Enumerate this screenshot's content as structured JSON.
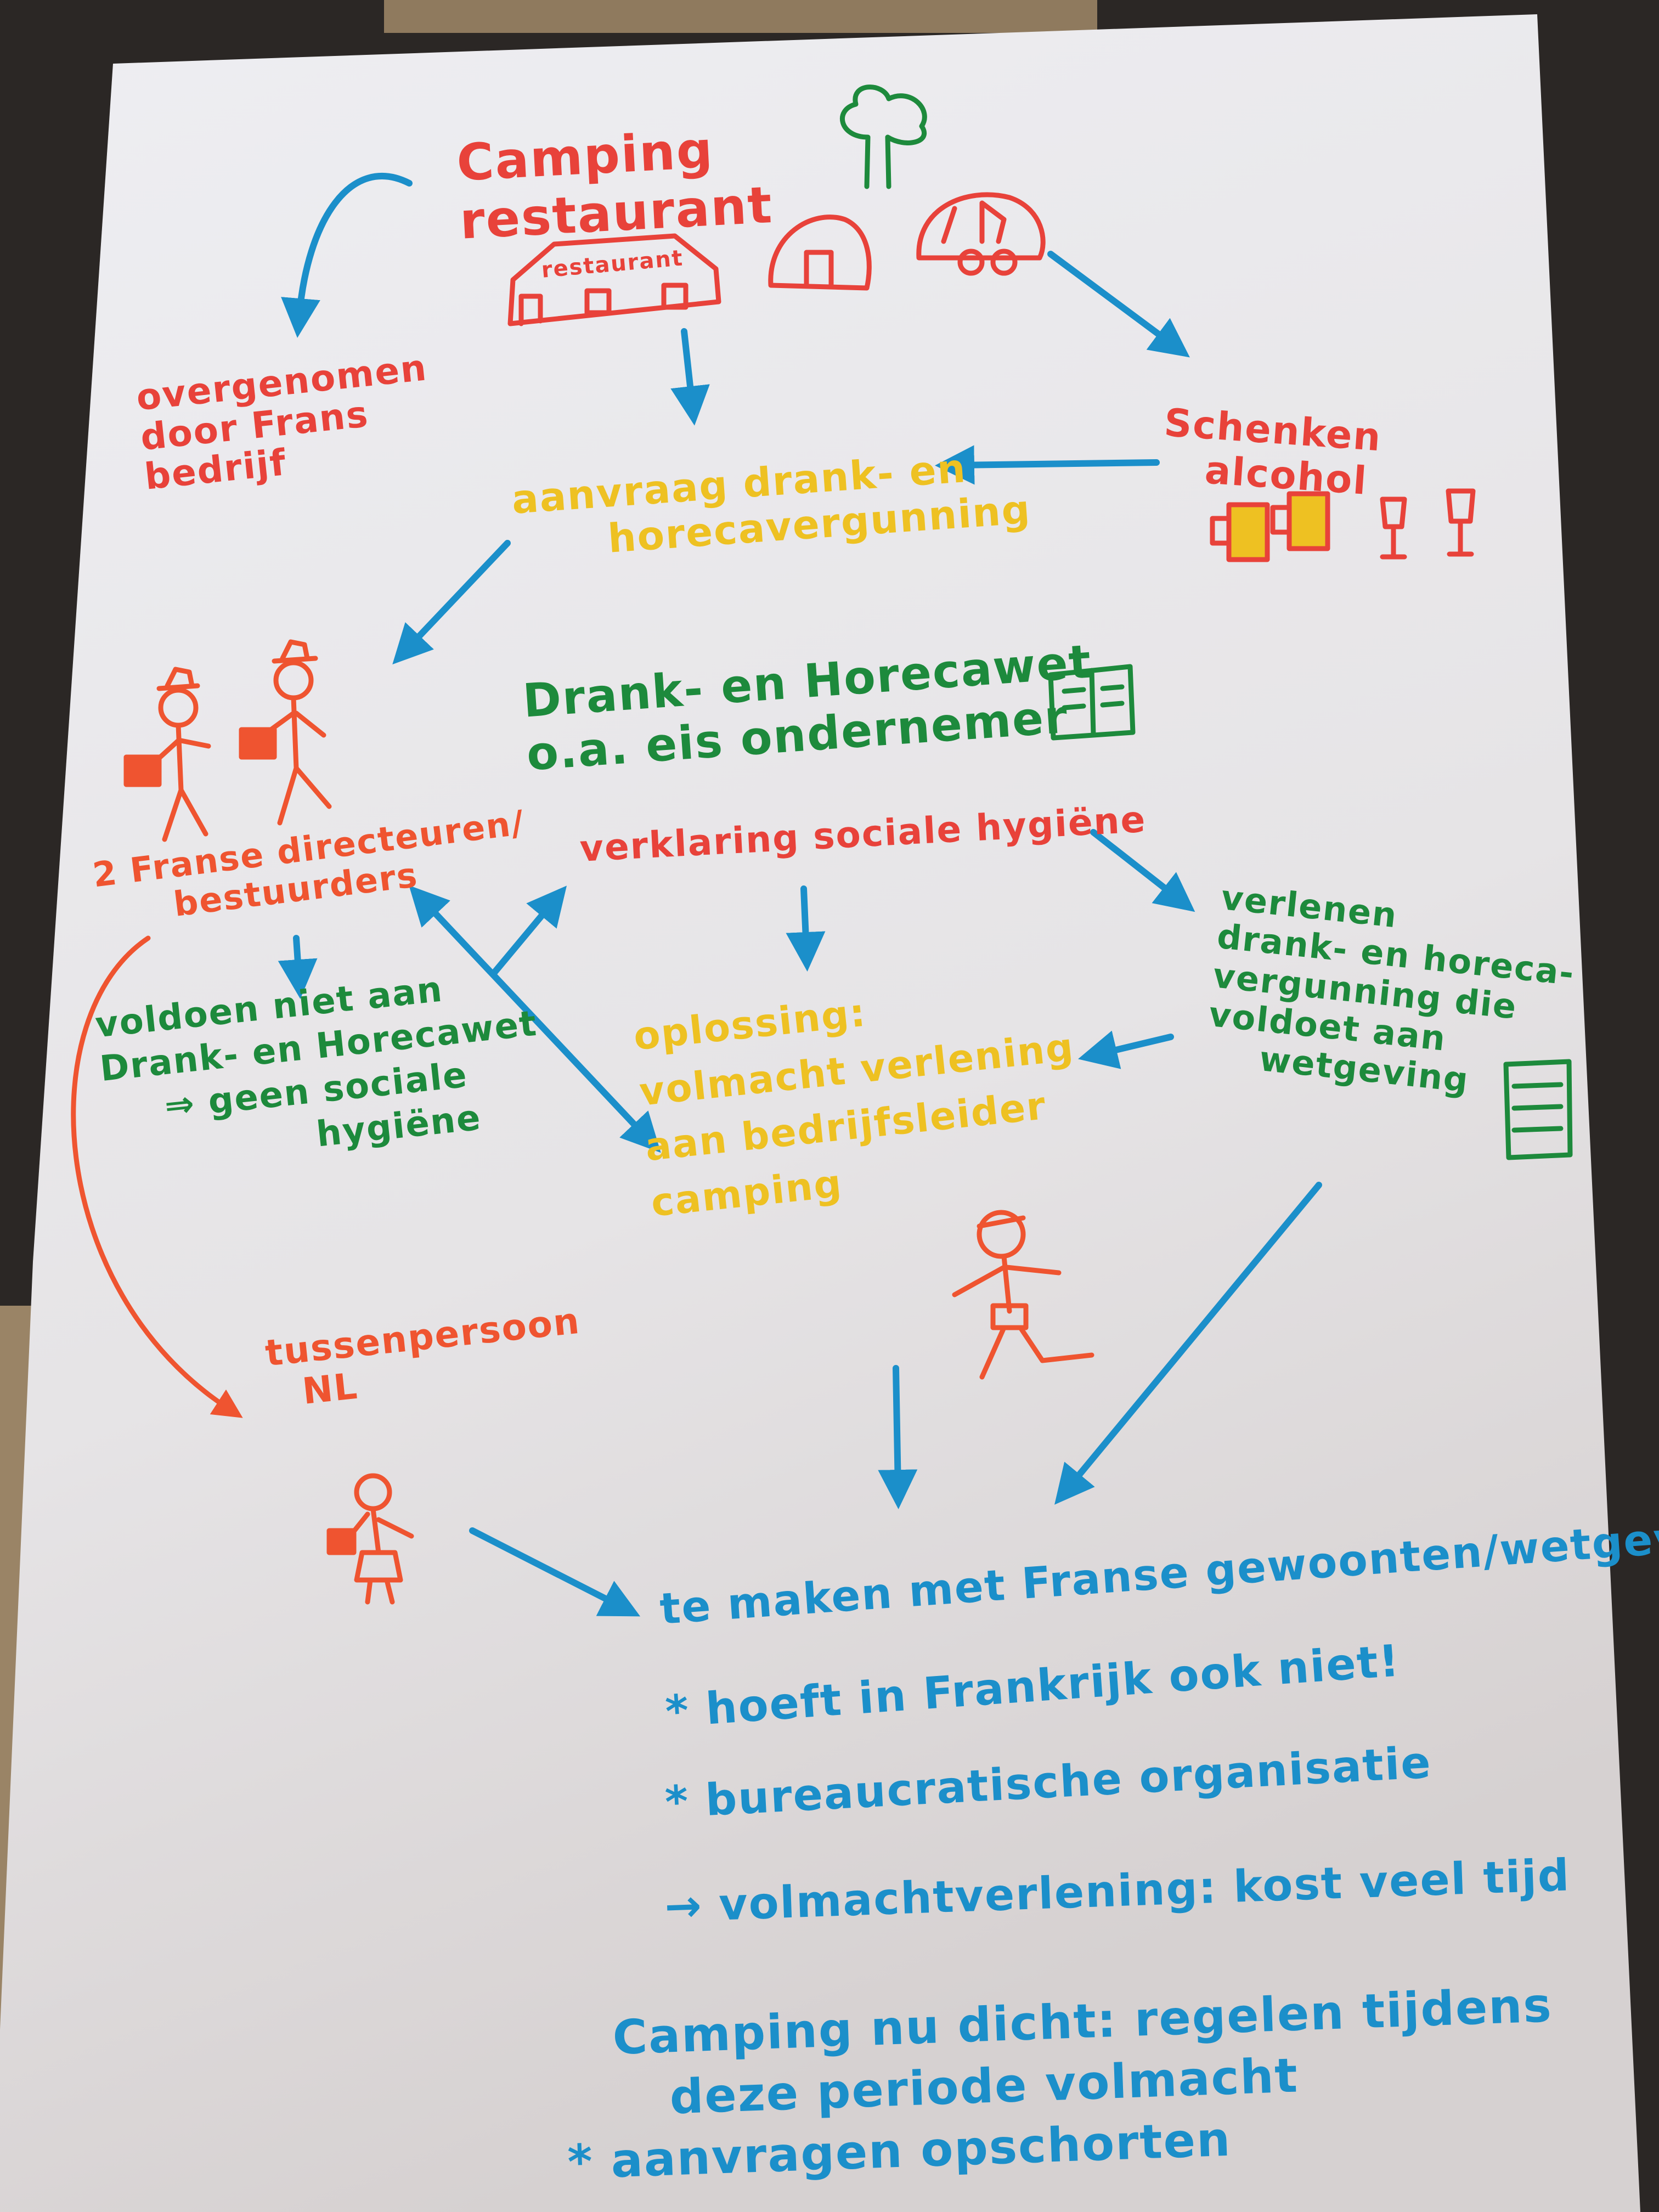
{
  "colors": {
    "red": "#e8423a",
    "orange": "#ef5430",
    "yellow": "#eec122",
    "green": "#1d8a3c",
    "blue": "#1b8fca",
    "paper": "#ecebee"
  },
  "nodes": {
    "camping_restaurant": [
      "Camping",
      "restaurant"
    ],
    "restaurant_sign": "restaurant",
    "taken_over": [
      "overgenomen",
      "door Frans",
      "bedrijf"
    ],
    "application": [
      "aanvraag drank- en",
      "horecavergunning"
    ],
    "serving_alcohol": [
      "Schenken",
      "alcohol"
    ],
    "law": [
      "Drank- en Horecawet",
      "o.a. eis ondernemer"
    ],
    "declaration": "verklaring sociale hygiëne",
    "directors": [
      "2 Franse directeuren/",
      "bestuurders"
    ],
    "not_compliant": [
      "voldoen niet aan",
      "Drank- en Horecawet",
      "⇒ geen sociale",
      "hygiëne"
    ],
    "solution": [
      "oplossing:",
      "volmacht verlening",
      "aan bedrijfsleider",
      "camping"
    ],
    "grant_license": [
      "verlenen",
      "drank- en horeca-",
      "vergunning die",
      "voldoet aan",
      "wetgeving"
    ],
    "intermediary": [
      "tussenpersoon",
      "NL"
    ]
  },
  "conclusions": {
    "line1": "te maken met Franse gewoonten/wetgeving",
    "line2": "* hoeft in Frankrijk ook niet!",
    "line3": "* bureaucratische organisatie",
    "line4": "→ volmachtverlening: kost veel tijd",
    "closing": [
      "Camping nu dicht: regelen tijdens",
      "deze periode volmacht",
      "* aanvragen opschorten"
    ]
  },
  "icons": [
    "tree-icon",
    "tent-icon",
    "caravan-icon",
    "restaurant-building-icon",
    "beer-mug-icon",
    "wine-glass-icon",
    "book-icon",
    "document-icon",
    "person-icon"
  ]
}
